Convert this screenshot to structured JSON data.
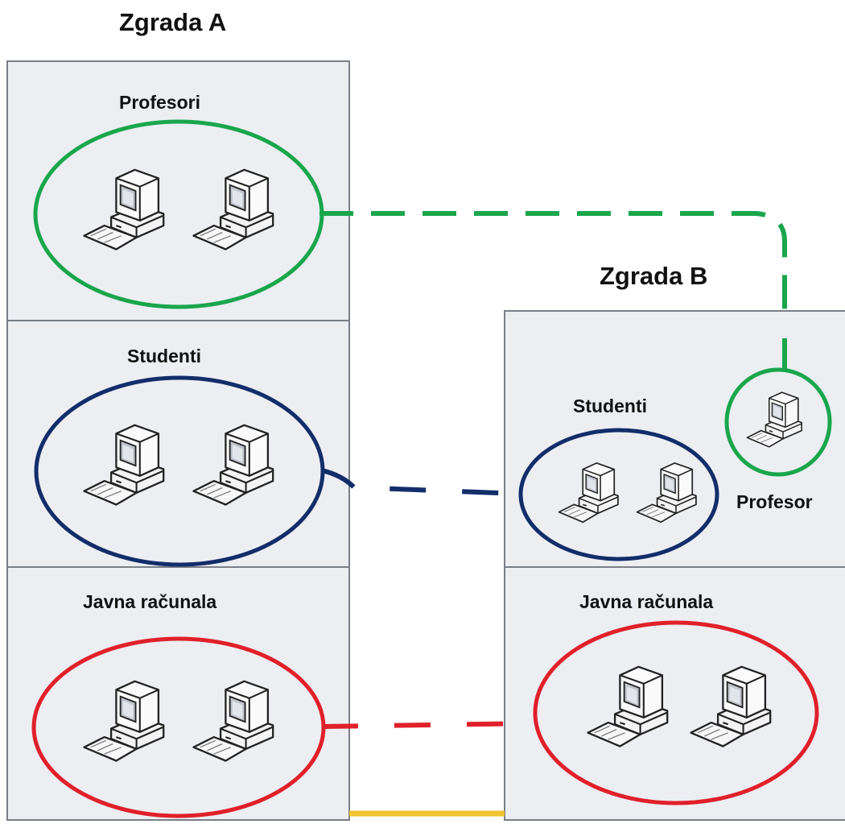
{
  "building_a": {
    "title": "Zgrada A",
    "rooms": {
      "professors": "Profesori",
      "students": "Studenti",
      "public": "Javna računala"
    }
  },
  "building_b": {
    "title": "Zgrada B",
    "rooms": {
      "professor": "Profesor",
      "students": "Studenti",
      "public": "Javna računala"
    }
  },
  "colors": {
    "professors_vlan": "#1aa64c",
    "students_vlan": "#132d6a",
    "public_vlan": "#e0202a",
    "trunk": "#f2c230",
    "floor_fill": "#eceef2",
    "floor_border": "#7a7e86"
  },
  "icons": {
    "computer": "desktop-computer-icon"
  }
}
